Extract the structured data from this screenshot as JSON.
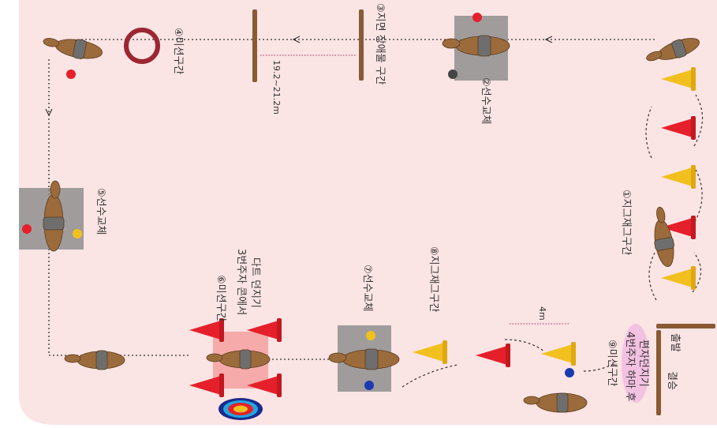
{
  "labels": {
    "zigzag1": "①지그재그구간",
    "exchange2": "②선수교체",
    "obstacle3": "③지면 장애물 구간",
    "distance_obstacle": "19.2~21.2m",
    "mission4": "④미션구간",
    "exchange5": "⑤선수교체",
    "mission6": "⑥미션구간",
    "mission6_desc_1": "3번주자 콘에서",
    "mission6_desc_2": "다트 던지기",
    "exchange7": "⑦선수교체",
    "zigzag8": "⑧지그재그구간",
    "distance_4m": "4m",
    "mission9": "⑨미션구간",
    "mission9_desc_1": "4번주자 하마 후",
    "mission9_desc_2": "편자던지기",
    "start": "출발",
    "finish": "결승"
  },
  "colors": {
    "background": "#fbe4e4",
    "horse": "#9c6b3c",
    "saddle": "#7a7a7a",
    "exchange_zone": "#8a8a8a",
    "dart_zone": "#f4a0a0",
    "cone_red": "#e5202a",
    "cone_yellow": "#f2c01e",
    "ring": "#b0303a",
    "pole": "#8a5a33",
    "distance_line": "#9c2a5a",
    "mission9_highlight": "#f0b5e0"
  }
}
